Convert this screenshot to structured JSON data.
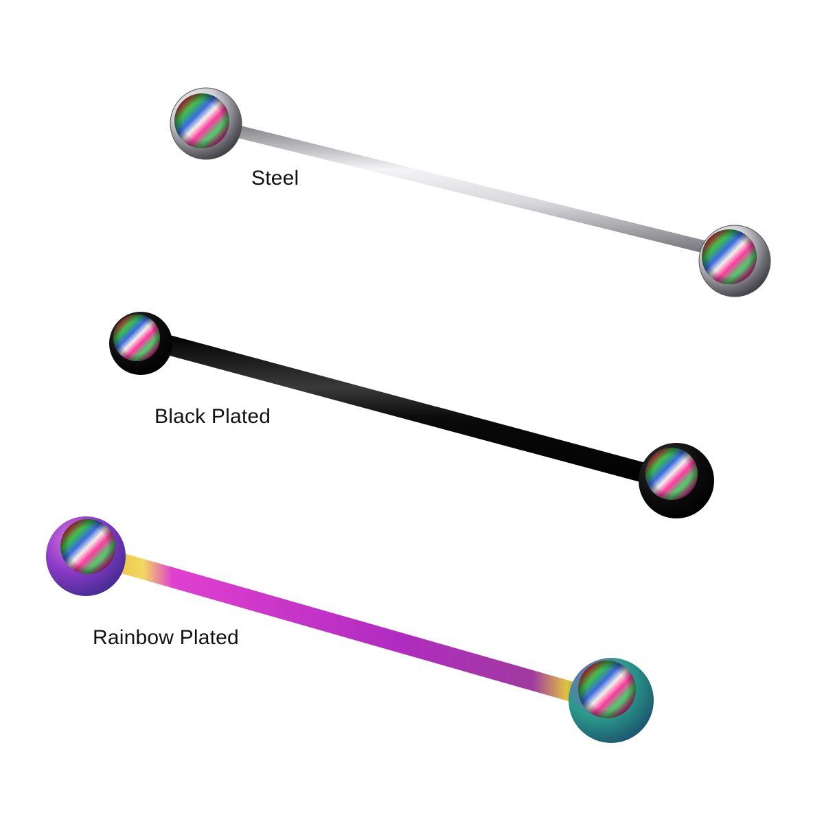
{
  "image": {
    "subject": "Three industrial barbells with holographic opal ball ends",
    "background": "#ffffff"
  },
  "products": [
    {
      "label": "Steel",
      "finish_color": "#c8c8cc",
      "bar_start": [
        300,
        180
      ],
      "bar_end": [
        1070,
        380
      ],
      "ball_type": "bezel-set"
    },
    {
      "label": "Black Plated",
      "finish_color": "#111111",
      "bar_start": [
        205,
        500
      ],
      "bar_end": [
        985,
        700
      ],
      "ball_type": "ball"
    },
    {
      "label": "Rainbow Plated",
      "finish_color": "#c43ad0",
      "bar_start": [
        125,
        810
      ],
      "bar_end": [
        890,
        1020
      ],
      "ball_type": "ball"
    }
  ],
  "labels": {
    "steel": "Steel",
    "black": "Black Plated",
    "rainbow": "Rainbow Plated"
  }
}
